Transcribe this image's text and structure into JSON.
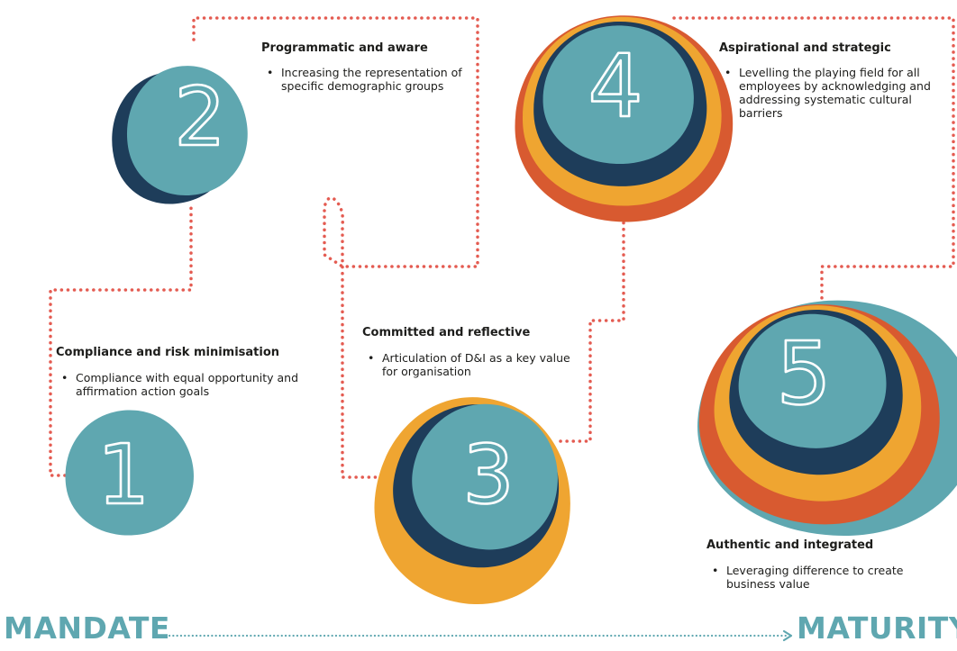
{
  "stages": [
    {
      "number": "1",
      "title": "Compliance and risk minimisation",
      "points": [
        "Compliance with equal opportunity and affirmation action goals"
      ]
    },
    {
      "number": "2",
      "title": "Programmatic and aware",
      "points": [
        "Increasing the representation of specific demographic groups"
      ]
    },
    {
      "number": "3",
      "title": "Committed and reflective",
      "points": [
        "Articulation of D&I as a key value for organisation"
      ]
    },
    {
      "number": "4",
      "title": "Aspirational and strategic",
      "points": [
        "Levelling the playing field for all employees by acknowledging and addressing systematic cultural barriers"
      ]
    },
    {
      "number": "5",
      "title": "Authentic and integrated",
      "points": [
        "Leveraging difference to create business value"
      ]
    }
  ],
  "axis": {
    "start_label": "MANDATE",
    "end_label": "MATURITY"
  },
  "colors": {
    "teal": "#5fa7b0",
    "navy": "#1e3d5a",
    "yellow": "#efa531",
    "orange": "#d85a30",
    "path_dots": "#e45b51",
    "axis_dots": "#5fa7b0",
    "number_outline": "#ffffff"
  }
}
